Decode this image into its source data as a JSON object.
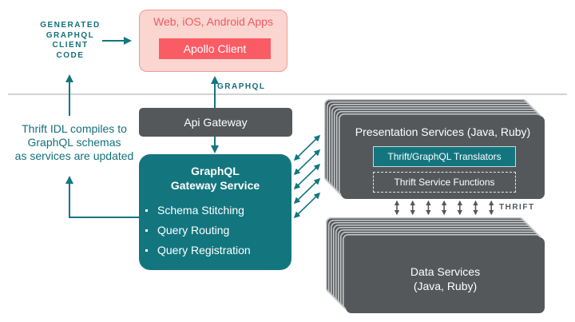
{
  "colors": {
    "teal": "#13767f",
    "dark_gray": "#55585b",
    "coral": "#fa5c66",
    "coral_text": "#f15a62",
    "pink_bg": "#fbd5cf",
    "divider": "#d3d3d3"
  },
  "client": {
    "apps_title": "Web, iOS, Android Apps",
    "apollo_label": "Apollo Client"
  },
  "generated_code": {
    "lines": [
      "GENERATED",
      "GRAPHQL",
      "CLIENT",
      "CODE"
    ]
  },
  "labels": {
    "graphql": "GRAPHQL",
    "thrift": "THRIFT"
  },
  "api_gateway": {
    "label": "Api Gateway"
  },
  "gateway_service": {
    "title_line1": "GraphQL",
    "title_line2": "Gateway Service",
    "features": [
      "Schema Stitching",
      "Query Routing",
      "Query Registration"
    ]
  },
  "note": {
    "lines": [
      "Thrift IDL compiles to",
      "GraphQL schemas",
      "as services are updated"
    ]
  },
  "presentation_services": {
    "title": "Presentation Services (Java, Ruby)",
    "translators": "Thrift/GraphQL Translators",
    "functions": "Thrift Service Functions"
  },
  "data_services": {
    "line1": "Data Services",
    "line2": "(Java, Ruby)"
  },
  "connections": {
    "gateway_to_presentation_arrows": 5,
    "thrift_arrows": 7
  }
}
